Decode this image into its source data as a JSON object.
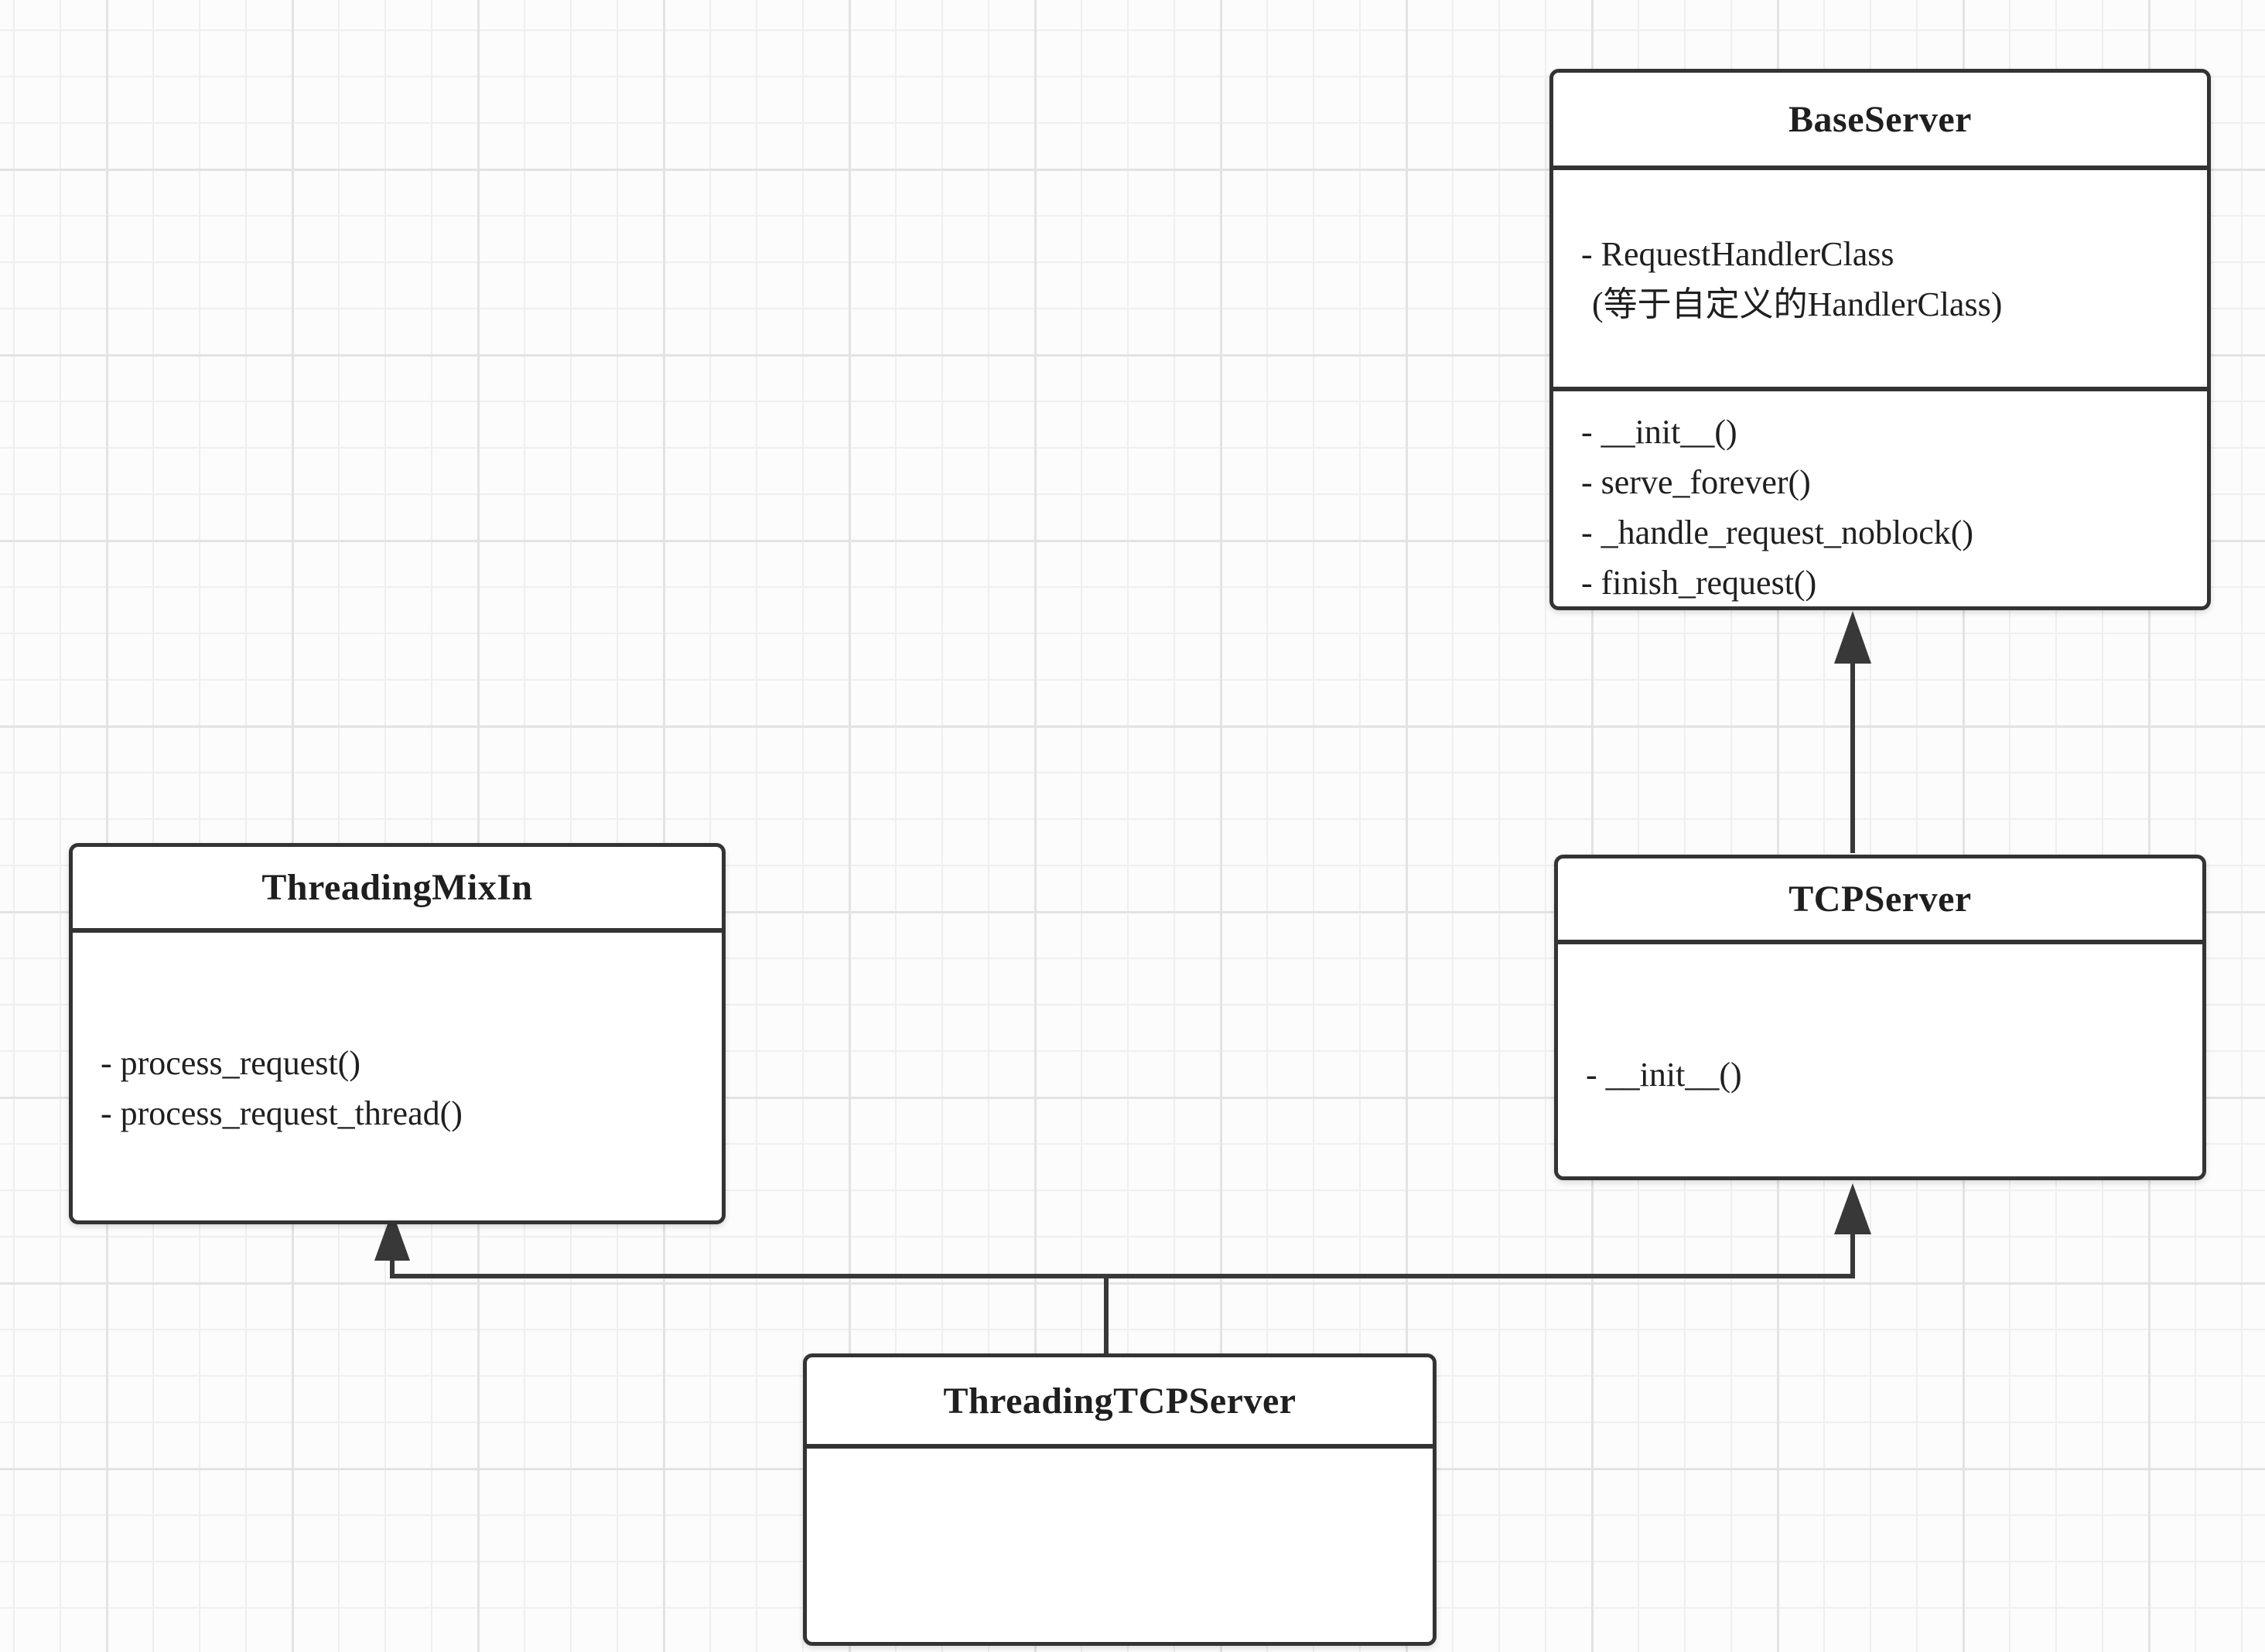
{
  "diagram": {
    "type": "uml-class-diagram",
    "classes": [
      {
        "id": "base-server",
        "title": "BaseServer",
        "attributes": [
          "- RequestHandlerClass",
          "(等于自定义的HandlerClass)"
        ],
        "methods": [
          "- __init__()",
          "- serve_forever()",
          "- _handle_request_noblock()",
          "- finish_request()"
        ]
      },
      {
        "id": "threading-mixin",
        "title": "ThreadingMixIn",
        "attributes": [],
        "methods": [
          "- process_request()",
          "- process_request_thread()"
        ]
      },
      {
        "id": "tcp-server",
        "title": "TCPServer",
        "attributes": [],
        "methods": [
          "- __init__()"
        ]
      },
      {
        "id": "threading-tcp-server",
        "title": "ThreadingTCPServer",
        "attributes": [],
        "methods": []
      }
    ],
    "relations": [
      {
        "from": "TCPServer",
        "to": "BaseServer",
        "type": "inheritance"
      },
      {
        "from": "ThreadingTCPServer",
        "to": "ThreadingMixIn",
        "type": "inheritance"
      },
      {
        "from": "ThreadingTCPServer",
        "to": "TCPServer",
        "type": "inheritance"
      }
    ],
    "colors": {
      "stroke": "#383838",
      "box_border": "#333333",
      "box_fill": "#ffffff",
      "text": "#1f1f1f",
      "canvas_bg": "#fcfcfc",
      "grid_minor": "#efefef",
      "grid_major": "#e3e3e3"
    }
  }
}
